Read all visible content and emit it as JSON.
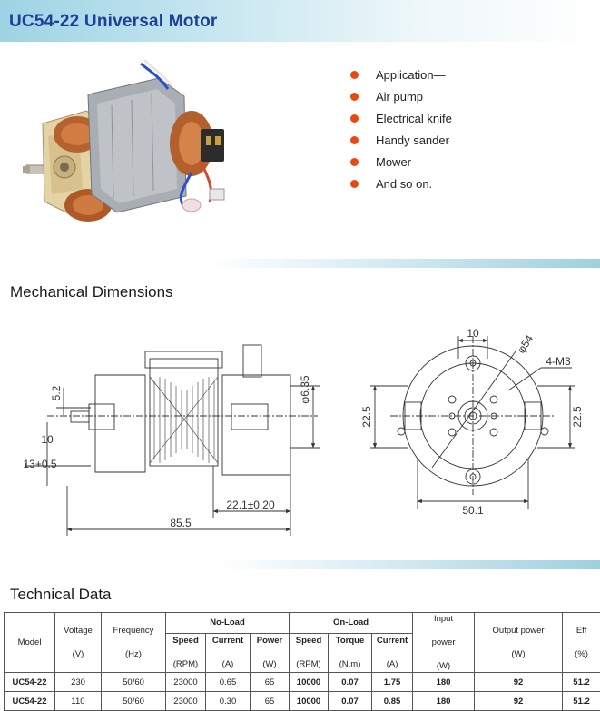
{
  "header": {
    "title": "UC54-22 Universal Motor"
  },
  "applications": [
    "Application—",
    "Air pump",
    "Electrical knife",
    "Handy sander",
    "Mower",
    "And so on."
  ],
  "sections": {
    "mechanical": "Mechanical Dimensions",
    "technical": "Technical Data"
  },
  "drawing": {
    "left_dims": {
      "d52": "5.2",
      "d635": "φ6.35",
      "d10": "10",
      "d13": "13+0.5",
      "d221": "22.1±0.20",
      "d855": "85.5"
    },
    "right_dims": {
      "d10": "10",
      "d54": "φ54",
      "m3": "4-M3",
      "d225l": "22.5",
      "d225r": "22.5",
      "d501": "50.1"
    }
  },
  "table": {
    "head": {
      "model": "Model",
      "voltage": "Voltage",
      "voltage_unit": "(V)",
      "frequency": "Frequency",
      "frequency_unit": "(Hz)",
      "no_load": "No-Load",
      "on_load": "On-Load",
      "speed": "Speed",
      "speed_unit": "(RPM)",
      "current": "Current",
      "current_unit": "(A)",
      "power": "Power",
      "power_unit": "(W)",
      "torque": "Torque",
      "torque_unit": "(N.m)",
      "input": "Input",
      "input_power": "power",
      "input_unit": "(W)",
      "output": "Output power",
      "output_unit": "(W)",
      "eff": "Eff",
      "eff_unit": "(%)"
    },
    "rows": [
      {
        "model": "UC54-22",
        "voltage": "230",
        "frequency": "50/60",
        "nl_speed": "23000",
        "nl_current": "0.65",
        "nl_power": "65",
        "ol_speed": "10000",
        "ol_torque": "0.07",
        "ol_current": "1.75",
        "input": "180",
        "output": "92",
        "eff": "51.2"
      },
      {
        "model": "UC54-22",
        "voltage": "110",
        "frequency": "50/60",
        "nl_speed": "23000",
        "nl_current": "0.30",
        "nl_power": "65",
        "ol_speed": "10000",
        "ol_torque": "0.07",
        "ol_current": "0.85",
        "input": "180",
        "output": "92",
        "eff": "51.2"
      }
    ]
  }
}
